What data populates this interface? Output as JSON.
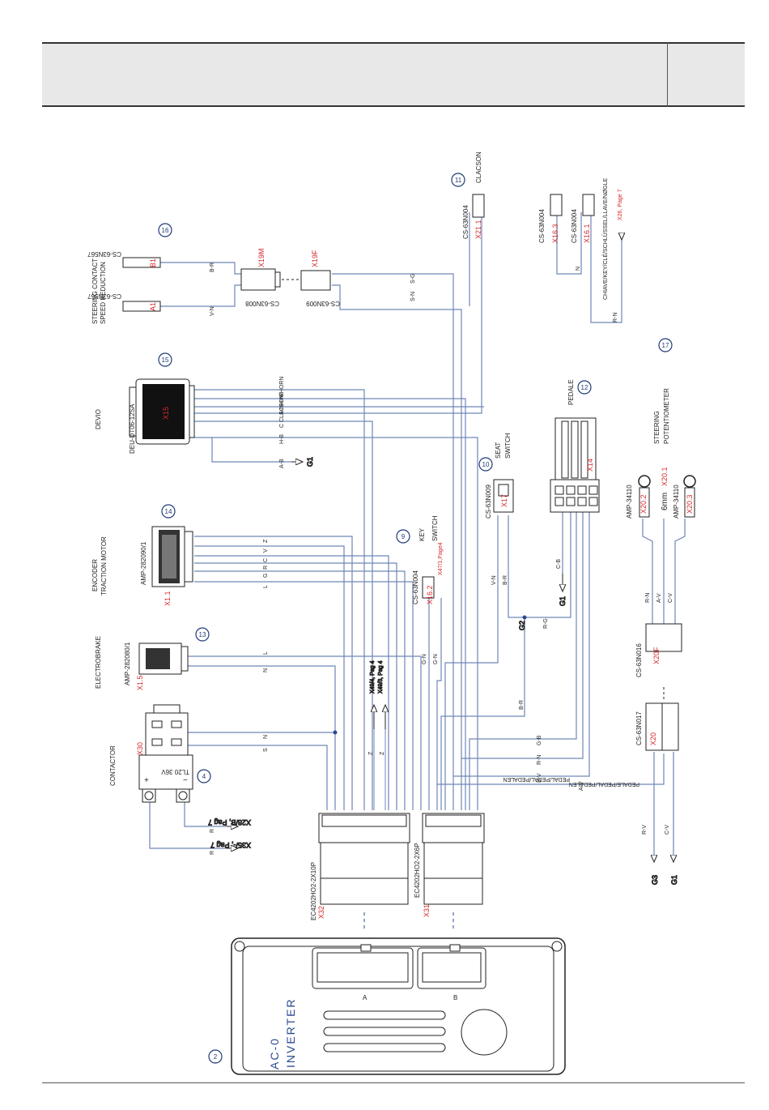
{
  "components": {
    "c16": {
      "num": "16",
      "part_a": "CS-63N567",
      "part_b": "CS-63N567",
      "pin_b1": "B1",
      "pin_a1": "A1",
      "label_l1": "STEERING CONTACT",
      "label_l2": "SPEED REDUCTION"
    },
    "x19m": {
      "id": "X19M",
      "part": "CS-63N008"
    },
    "x19f": {
      "id": "X19F",
      "part": "CS-63N009"
    },
    "c11": {
      "num": "11",
      "label": "CLACSON",
      "part": "CS-63N004",
      "id": "X21.1"
    },
    "key": {
      "part_a": "CS-63N004",
      "id_a": "X16.3",
      "part_b": "CS-63N004",
      "id_b": "X16.1",
      "note": "CHIAVE/KEY/CLÉ/SCHLÜSSEL/LLAVE/NØGLE",
      "ref": "X26, Page 7"
    },
    "c15": {
      "num": "15",
      "label": "DEVIO",
      "part": "DEU-DT06-12SA",
      "id": "X15"
    },
    "c17": {
      "num": "17",
      "label_l1": "STEERING",
      "label_l2": "POTENTIOMETER"
    },
    "c12": {
      "num": "12",
      "label": "PEDALE",
      "id": "X14"
    },
    "c10": {
      "num": "10",
      "label_l1": "SEAT",
      "label_l2": "SWITCH",
      "part": "CS-63N009",
      "id": "X17"
    },
    "pot": {
      "part_a": "AMP-34110",
      "id_a": "X20.2",
      "mid": "6mm",
      "id_mid": "X20.1",
      "part_b": "AMP-34110",
      "id_b": "X20.3"
    },
    "c14": {
      "num": "14",
      "label_l1": "ENCODER",
      "label_l2": "TRACTION MOTOR",
      "part": "AMP-282090/1",
      "id": "X1.1"
    },
    "c9": {
      "num": "9",
      "label_l1": "KEY",
      "label_l2": "SWITCH",
      "part": "CS-63N004",
      "id": "X16.2",
      "ref": "X47/1,Page4"
    },
    "c13": {
      "num": "13",
      "label": "ELECTROBRAKE",
      "part": "AMP-282080/1",
      "id": "X1.5"
    },
    "x20f": {
      "part": "CS-63N016",
      "id": "X20F"
    },
    "x20": {
      "part": "CS-63N017",
      "id": "X20"
    },
    "c4": {
      "num": "4",
      "label": "CONTACTOR",
      "id": "X30",
      "rating": "TL20 36V"
    },
    "x32": {
      "part": "EC4202HO2-2X10P",
      "id": "X32"
    },
    "x31": {
      "part": "EC4202HO2-2X6P",
      "id": "X31"
    },
    "c2": {
      "num": "2",
      "l1": "AC-0",
      "l2": "INVERTER",
      "port_a": "A",
      "port_b": "B"
    }
  },
  "grounds": {
    "g1a": "G1",
    "g1b": "G1",
    "g1c": "G1",
    "g2": "G2",
    "g3": "G3"
  },
  "refs": {
    "x28": "X28/B, Pag 7",
    "x35": "X35/-, Pag 7",
    "x49a": "X49/4, Pag 4",
    "x49b": "X49/3, Pag 4"
  },
  "wires": {
    "br": "B-R",
    "vn": "V-N",
    "sg": "S-G",
    "sn": "S-N",
    "n": "N",
    "rn": "R-N",
    "r": "R",
    "hn": "H-N",
    "sn2": "S-N",
    "claxon": "C CLACSON/HORN",
    "hb": "H-B",
    "ab": "A-B",
    "z": "Z",
    "v": "V",
    "c": "C",
    "rr": "R",
    "g": "G",
    "l": "L",
    "l2": "L",
    "n2": "N",
    "n3": "N",
    "s": "S",
    "rb1": "R",
    "rb2": "R",
    "zz1": "Z",
    "zz2": "Z",
    "vn2": "V-N",
    "brr": "B-R",
    "cb": "C-B",
    "gn1": "G-N",
    "gn2": "G-N",
    "rg": "R-G",
    "br2": "B-R",
    "gb": "G-B",
    "rn2": "R-N",
    "bv": "B-V",
    "av": "A-V",
    "pedal1": "PEDAL/PEDAL/PEDALEN",
    "pedal2": "PEDALE/PEDAL/PEDALEN",
    "rn3": "R-N",
    "av2": "A-V",
    "cv": "C-V",
    "rv": "R-V",
    "cv2": "C-V"
  },
  "colors": {
    "wire": "#6f86b8",
    "label_red": "#d6282a",
    "circle": "#1f3a7a"
  }
}
